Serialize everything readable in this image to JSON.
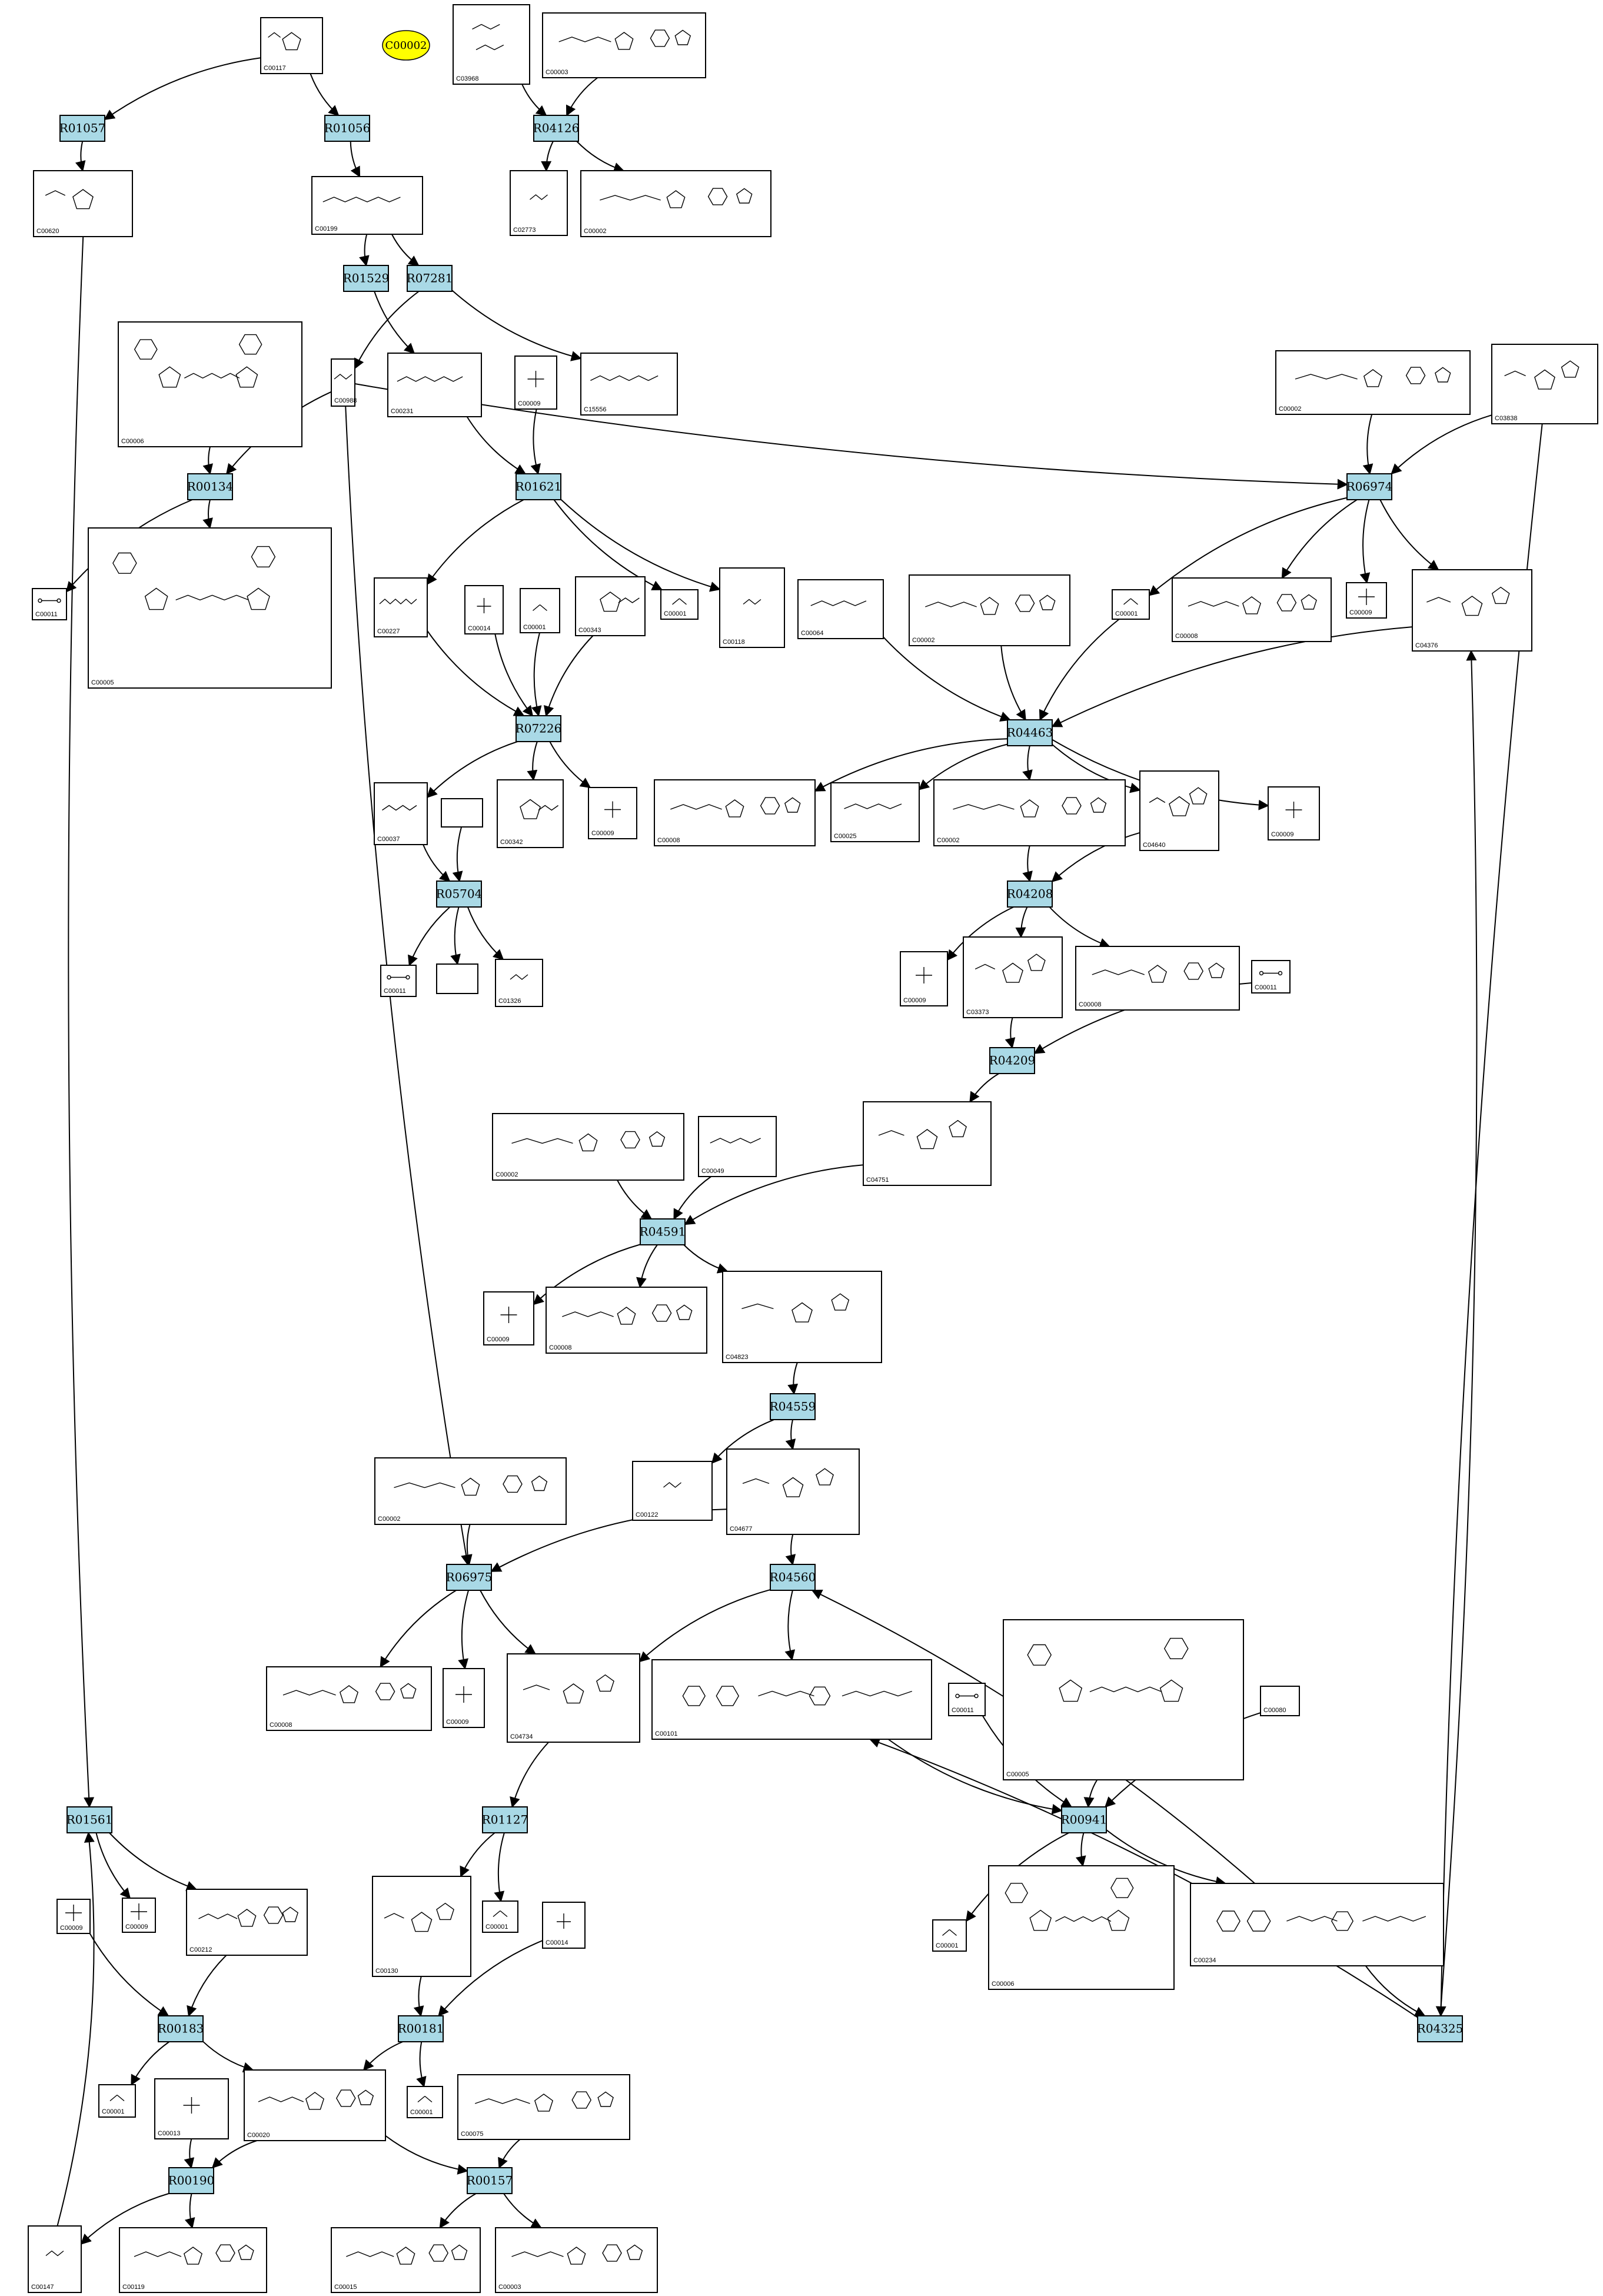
{
  "highlight": "C00002",
  "reactions": [
    {
      "id": "R01057"
    },
    {
      "id": "R01056"
    },
    {
      "id": "R04126"
    },
    {
      "id": "R01529"
    },
    {
      "id": "R07281"
    },
    {
      "id": "R00134"
    },
    {
      "id": "R01621"
    },
    {
      "id": "R06974"
    },
    {
      "id": "R07226"
    },
    {
      "id": "R04463"
    },
    {
      "id": "R05704"
    },
    {
      "id": "R04208"
    },
    {
      "id": "R04209"
    },
    {
      "id": "R04591"
    },
    {
      "id": "R04559"
    },
    {
      "id": "R06975"
    },
    {
      "id": "R04560"
    },
    {
      "id": "R01127"
    },
    {
      "id": "R00941"
    },
    {
      "id": "R01561"
    },
    {
      "id": "R00183"
    },
    {
      "id": "R00181"
    },
    {
      "id": "R04325"
    },
    {
      "id": "R00190"
    },
    {
      "id": "R00157"
    }
  ],
  "compounds": [
    {
      "id": "C00117",
      "kind": "ribose-phosphate"
    },
    {
      "id": "C03968",
      "kind": "glycerol-phosphate"
    },
    {
      "id": "C00003",
      "kind": "nucleotide"
    },
    {
      "id": "C00620",
      "kind": "ribose-phosphate"
    },
    {
      "id": "C00199",
      "kind": "chain-phosphate"
    },
    {
      "id": "C02773",
      "kind": "small"
    },
    {
      "id": "C00002",
      "kind": "nucleotide"
    },
    {
      "id": "C00006",
      "kind": "dinucleotide"
    },
    {
      "id": "C00988",
      "kind": "small"
    },
    {
      "id": "C00231",
      "kind": "chain-phosphate"
    },
    {
      "id": "C00009",
      "kind": "phosphate"
    },
    {
      "id": "C15556",
      "kind": "chain-phosphate"
    },
    {
      "id": "C00002",
      "kind": "nucleotide"
    },
    {
      "id": "C03838",
      "kind": "ribose-amide"
    },
    {
      "id": "C00011",
      "kind": "co2"
    },
    {
      "id": "C00005",
      "kind": "dinucleotide"
    },
    {
      "id": "C00227",
      "kind": "chain-phosphate"
    },
    {
      "id": "C00014",
      "kind": "ammonia"
    },
    {
      "id": "C00001",
      "kind": "water"
    },
    {
      "id": "C00343",
      "kind": "ring"
    },
    {
      "id": "C00001",
      "kind": "water"
    },
    {
      "id": "C00118",
      "kind": "small"
    },
    {
      "id": "C00064",
      "kind": "amino-acid"
    },
    {
      "id": "C00002",
      "kind": "nucleotide"
    },
    {
      "id": "C00001",
      "kind": "water"
    },
    {
      "id": "C00008",
      "kind": "nucleotide"
    },
    {
      "id": "C00009",
      "kind": "phosphate"
    },
    {
      "id": "C04376",
      "kind": "ribose-amide"
    },
    {
      "id": "C00037",
      "kind": "amino-acid"
    },
    {
      "id": "",
      "kind": "empty"
    },
    {
      "id": "C00342",
      "kind": "ring"
    },
    {
      "id": "C00009",
      "kind": "phosphate"
    },
    {
      "id": "C00008",
      "kind": "nucleotide"
    },
    {
      "id": "C00025",
      "kind": "amino-acid"
    },
    {
      "id": "C00002",
      "kind": "nucleotide"
    },
    {
      "id": "C04640",
      "kind": "ribose-amide"
    },
    {
      "id": "C00009",
      "kind": "phosphate"
    },
    {
      "id": "C00011",
      "kind": "co2"
    },
    {
      "id": "",
      "kind": "empty"
    },
    {
      "id": "C01326",
      "kind": "small"
    },
    {
      "id": "C00009",
      "kind": "phosphate"
    },
    {
      "id": "C03373",
      "kind": "ribose-amide"
    },
    {
      "id": "C00008",
      "kind": "nucleotide"
    },
    {
      "id": "C00011",
      "kind": "co2"
    },
    {
      "id": "C00002",
      "kind": "nucleotide"
    },
    {
      "id": "C00049",
      "kind": "amino-acid"
    },
    {
      "id": "C04751",
      "kind": "ribose-amide"
    },
    {
      "id": "C00009",
      "kind": "phosphate"
    },
    {
      "id": "C00008",
      "kind": "nucleotide"
    },
    {
      "id": "C04823",
      "kind": "ribose-amide"
    },
    {
      "id": "C00122",
      "kind": "small"
    },
    {
      "id": "C04677",
      "kind": "ribose-amide"
    },
    {
      "id": "C00002",
      "kind": "nucleotide"
    },
    {
      "id": "C00008",
      "kind": "nucleotide"
    },
    {
      "id": "C00009",
      "kind": "phosphate"
    },
    {
      "id": "C04734",
      "kind": "ribose-amide"
    },
    {
      "id": "C00101",
      "kind": "folate"
    },
    {
      "id": "C00011",
      "kind": "co2"
    },
    {
      "id": "C00005",
      "kind": "dinucleotide"
    },
    {
      "id": "C00080",
      "kind": "proton"
    },
    {
      "id": "C00009",
      "kind": "phosphate"
    },
    {
      "id": "C00009",
      "kind": "phosphate"
    },
    {
      "id": "C00212",
      "kind": "nucleotide"
    },
    {
      "id": "C00130",
      "kind": "ribose-amide"
    },
    {
      "id": "C00001",
      "kind": "water"
    },
    {
      "id": "C00014",
      "kind": "ammonia"
    },
    {
      "id": "C00001",
      "kind": "water"
    },
    {
      "id": "C00006",
      "kind": "dinucleotide"
    },
    {
      "id": "C00234",
      "kind": "folate"
    },
    {
      "id": "C00001",
      "kind": "water"
    },
    {
      "id": "C00013",
      "kind": "phosphate"
    },
    {
      "id": "C00020",
      "kind": "nucleotide"
    },
    {
      "id": "C00001",
      "kind": "water"
    },
    {
      "id": "C00075",
      "kind": "nucleotide"
    },
    {
      "id": "C00147",
      "kind": "small"
    },
    {
      "id": "C00119",
      "kind": "nucleotide"
    },
    {
      "id": "C00015",
      "kind": "nucleotide"
    },
    {
      "id": "C00003",
      "kind": "nucleotide"
    }
  ]
}
